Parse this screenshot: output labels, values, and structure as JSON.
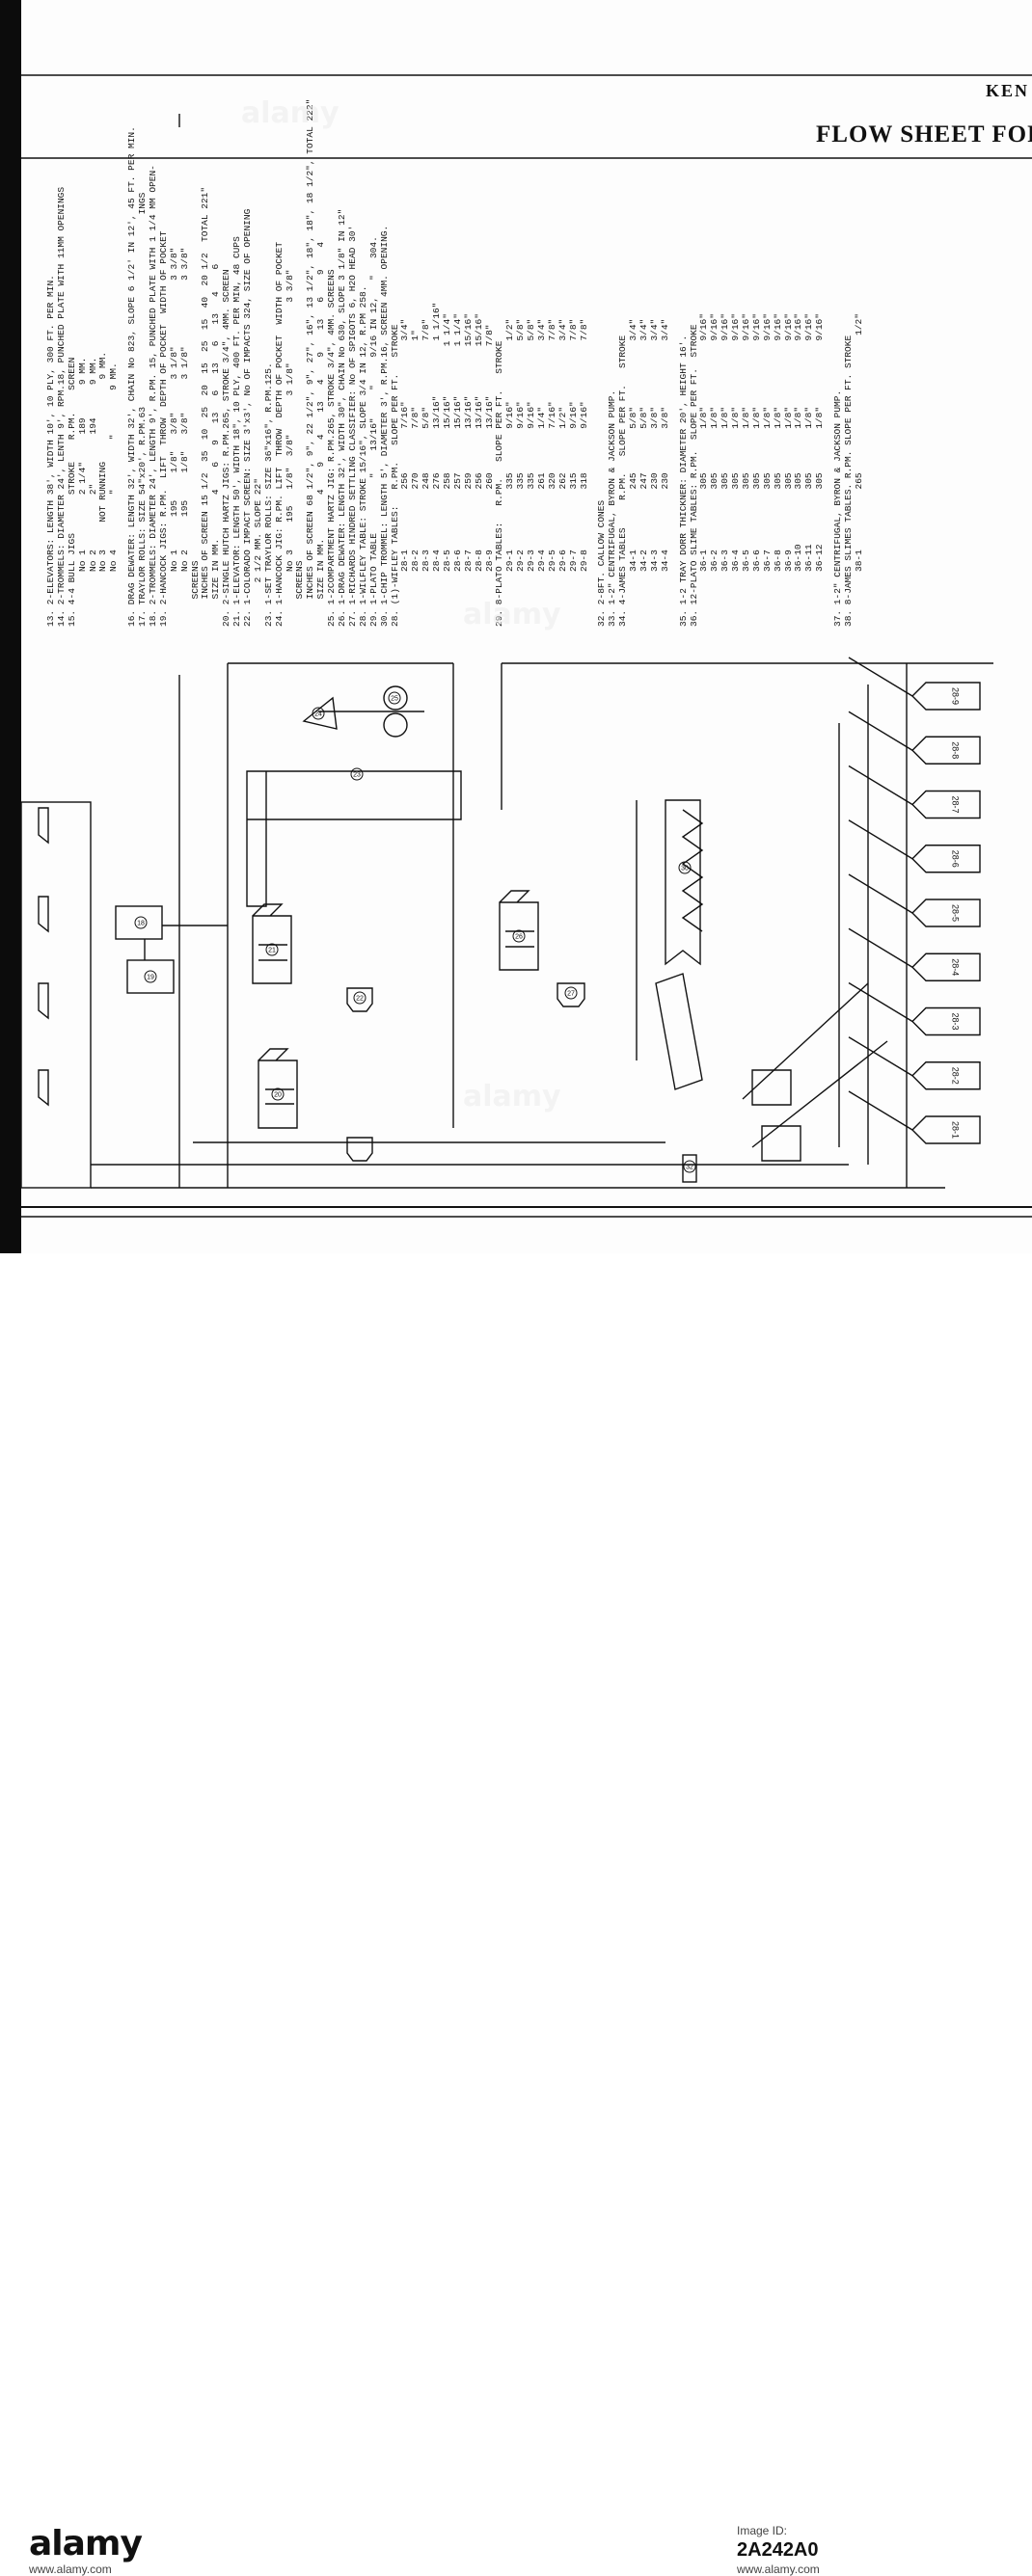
{
  "title": {
    "kern": "KEN",
    "flow": "FLOW SHEET FOR"
  },
  "legend": [
    "13. 2-ELEVATORS: LENGTH 38', WIDTH 10', 10 PLY, 300 FT. PER MIN.",
    "14. 2-TROMMELS: DIAMETER 24', LENTH 9', RPM.18, PUNCHED PLATE WITH 11MM OPENINGS",
    "15. 4-4 BULL JIGS       STROKE    R.PM.    SCREEN",
    "          No 1          2 1/4\"     189      9 MM.",
    "          No 2          2\"         194      9 MM.",
    "          No 3     NOT RUNNING               9 MM.",
    "          No 4          \"         \"        9 MM.",
    "",
    "16. DRAG DEWATER: LENGTH 32', WIDTH 32', CHAIN No 823, SLOPE 6 1/2' IN 12', 45 FT. PER MIN.",
    "17. TRAYLOR ROLLS: SIZE 54\"x20', R.PM.63                                   INGS",
    "18. 2-TROMMELS: DIAMETER 24', LENGTH 9', R.PM. 15, PUNCHED PLATE WITH 1 1/4 MM OPEN-",
    "19. 2-HANCOCK JIGS: R.PM.  LIFT  THROW  DEPTH OF POCKET  WIDTH OF POCKET",
    "          No 1      195     1/8\"   3/8\"      3 1/8\"            3 3/8\"",
    "          No 2      195     1/8\"   3/8\"      3 1/8\"            3 3/8\"",
    "     SCREENS",
    "     INCHES OF SCREEN 15 1/2  35  10  25  20  15  25  15  40  20 1/2  TOTAL 221\"",
    "     SIZE IN MM.        4    6   9   13   6   13   6   13   4    6",
    "20. 2-SINGLE HUTCH HARTZ JIGS: R.PM.265, STROKE 3/4\", 4MM. SCREEN",
    "21. 1-ELEVATOR: LENGTH 50', WIDTH 18\", 10 PLY, 400 FT. PER MIN, 48 CUPS",
    "22. 1-COLORADO IMPACT SCREEN: SIZE 3'x3', No OF IMPACTS 324, SIZE OF OPENING",
    "        2 1/2 MM. SLOPE 22\"",
    "23. 1-SET TRAYLOR ROLLS: SIZE 36\"x16\", R.PM.125.",
    "24. 1-HANCOCK JIG: R.PM. LIFT  THROW  DEPTH OF POCKET  WIDTH OF POCKET",
    "          No 3     195   1/8\"  3/8\"       3 1/8\"           3 3/8\"",
    "     SCREENS",
    "     INCHES OF SCREEN 68 1/2\", 9\", 22 1/2\", 9\", 27\", 16\", 13 1/2\", 18\", 18\", 18 1/2\", TOTAL 222\"",
    "     SIZE IN MM.        4    9    4    13   4    9    13   6    9    4",
    "25. 1-2COMPARTMENT HARTZ JIG: R.PM.265, STROKE 3/4\", 4MM. SCREENS",
    "26. 1-DRAG DEWATER: LENGTH 32', WIDTH 30\", CHAIN No 630, SLOPE 3 1/8\" IN 12\"",
    "27. 1-RICHARDS HINDRED SETTLING CLASSIFIER: No OF SPIGOTS 6, H2O HEAD 30'",
    "28. 1-WILFLEY TABLE: STROKE 15/16\", SLOPE 3/4 IN 12, R.PM 258.",
    "29. 1-PLATO TABLE          \"    13/16\"     \"     9/16 IN 12,   \"   304.",
    "30. 1-CHIP TROMMEL: LENGTH 5', DIAMETER 3', R.PM.16, SCREEN 4MM. OPENING.",
    "28. (1)-WIFLEY TABLES:   R.PM.   SLOPE PER FT.   STROKE",
    "          28-1           256        7/16\"           3/4\"",
    "          28-2           270        7/8\"            1\"",
    "          28-3           248        5/8\"            7/8\"",
    "          28-4           276        13/16\"          1 1/16\"",
    "          28-5           258        15/16\"         1 1/4\"",
    "          28-6           257        15/16\"         1 1/4\"",
    "          28-7           259        13/16\"         15/16\"",
    "          28-8           256        13/16\"         15/16\"",
    "          28-9           260        13/16\"         7/8\"",
    "29. 8-PLATO TABLES:   R.PM.   SLOPE PER FT.   STROKE",
    "          29-1           335        9/16\"           1/2\"",
    "          29-2           335        9/16\"           5/8\"",
    "          29-3           335        9/16\"           5/8\"",
    "          29-4           261        1/4\"            3/4\"",
    "          29-5           320        7/16\"           7/8\"",
    "          29-6           262        1/2\"            3/4\"",
    "          29-7           315        9/16\"           7/8\"",
    "          29-8           318        9/16\"           7/8\"",
    "",
    "32. 2-8FT. CALLOW CONES",
    "33. 1-2\" CENTRIFUGAL, BYRON & JACKSON PUMP.",
    "34. 4-JAMES TABLES     R.PM.   SLOPE PER FT.   STROKE",
    "          34-1           245        5/8\"            3/4\"",
    "          34-2           247        5/8\"            3/4\"",
    "          34-3           230        3/8\"            3/4\"",
    "          34-4           230        3/8\"            3/4\"",
    "",
    "35. 1-2 TRAY DORR THICKNER: DIAMETER 20', HEIGHT 16'.",
    "36. 12-PLATO SLIME TABLES: R.PM.  SLOPE PER FT.  STROKE",
    "          36-1           305        1/8\"            9/16\"",
    "          36-2           305        1/8\"            9/16\"",
    "          36-3           305        1/8\"            9/16\"",
    "          36-4           305        1/8\"            9/16\"",
    "          36-5           305        1/8\"            9/16\"",
    "          36-6           305        1/8\"            9/16\"",
    "          36-7           305        1/8\"            9/16\"",
    "          36-8           305        1/8\"            9/16\"",
    "          36-9           305        1/8\"            9/16\"",
    "          36-10          305        1/8\"            9/16\"",
    "          36-11          305        1/8\"            9/16\"",
    "          36-12          305        1/8\"            9/16\"",
    "",
    "37. 1-2\" CENTRIFUGAL, BYRON & JACKSON PUMP.",
    "38. 8-JAMES SLIMES TABLES. R.PM. SLOPE PER FT. STROKE",
    "          38-1           265                         1/2\""
  ],
  "diagram": {
    "tables_28": [
      "28-1",
      "28-2",
      "28-3",
      "28-4",
      "28-5",
      "28-6",
      "28-7",
      "28-8",
      "28-9"
    ],
    "equipment_labels": [
      "18",
      "19",
      "20",
      "21",
      "22",
      "23",
      "24",
      "25",
      "26",
      "27",
      "30",
      "32"
    ]
  },
  "footer": {
    "brand": "alamy",
    "brand_sub": "www.alamy.com",
    "image_id_label": "Image ID:",
    "image_id": "2A242A0",
    "url": "www.alamy.com"
  }
}
